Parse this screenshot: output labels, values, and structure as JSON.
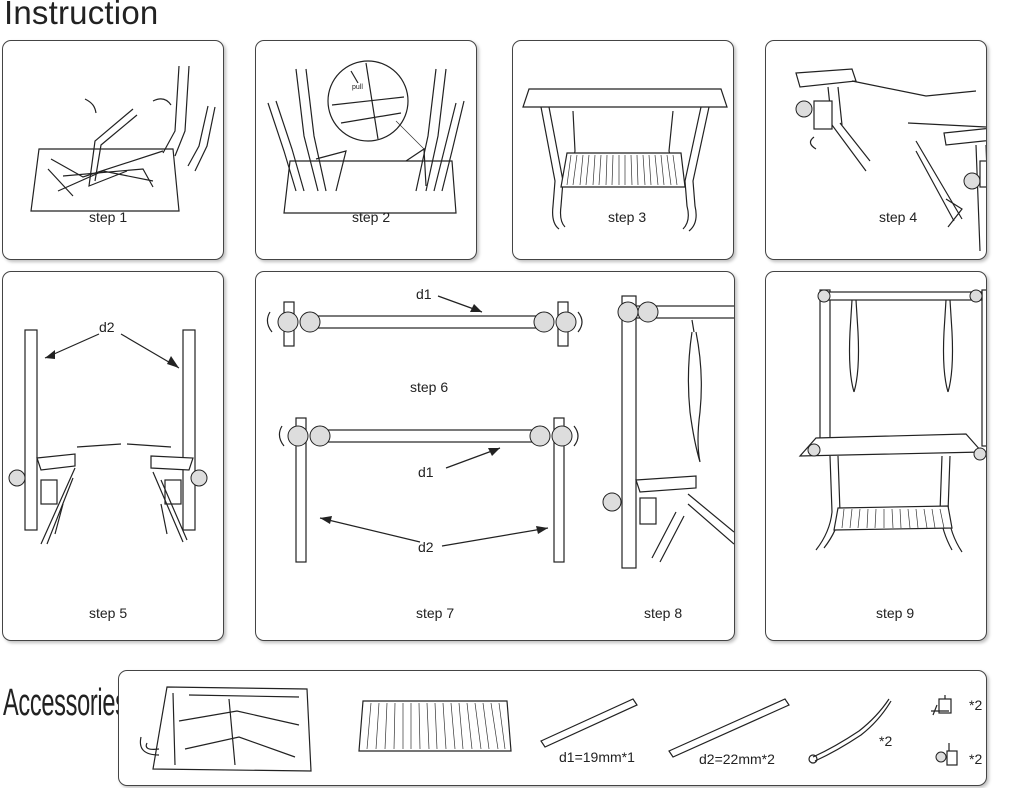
{
  "title": "Instruction",
  "steps": {
    "s1": "step 1",
    "s2": "step 2",
    "s3": "step 3",
    "s4": "step 4",
    "s5": "step 5",
    "s6": "step 6",
    "s7": "step 7",
    "s8": "step 8",
    "s9": "step 9"
  },
  "callouts": {
    "d1": "d1",
    "d2": "d2",
    "pull": "pull"
  },
  "accessories": {
    "title": "Accessories",
    "rod_d1": "d1=19mm*1",
    "rod_d2": "d2=22mm*2",
    "leash_qty": "*2",
    "clamp_qty": "*2",
    "connector_qty": "*2"
  }
}
